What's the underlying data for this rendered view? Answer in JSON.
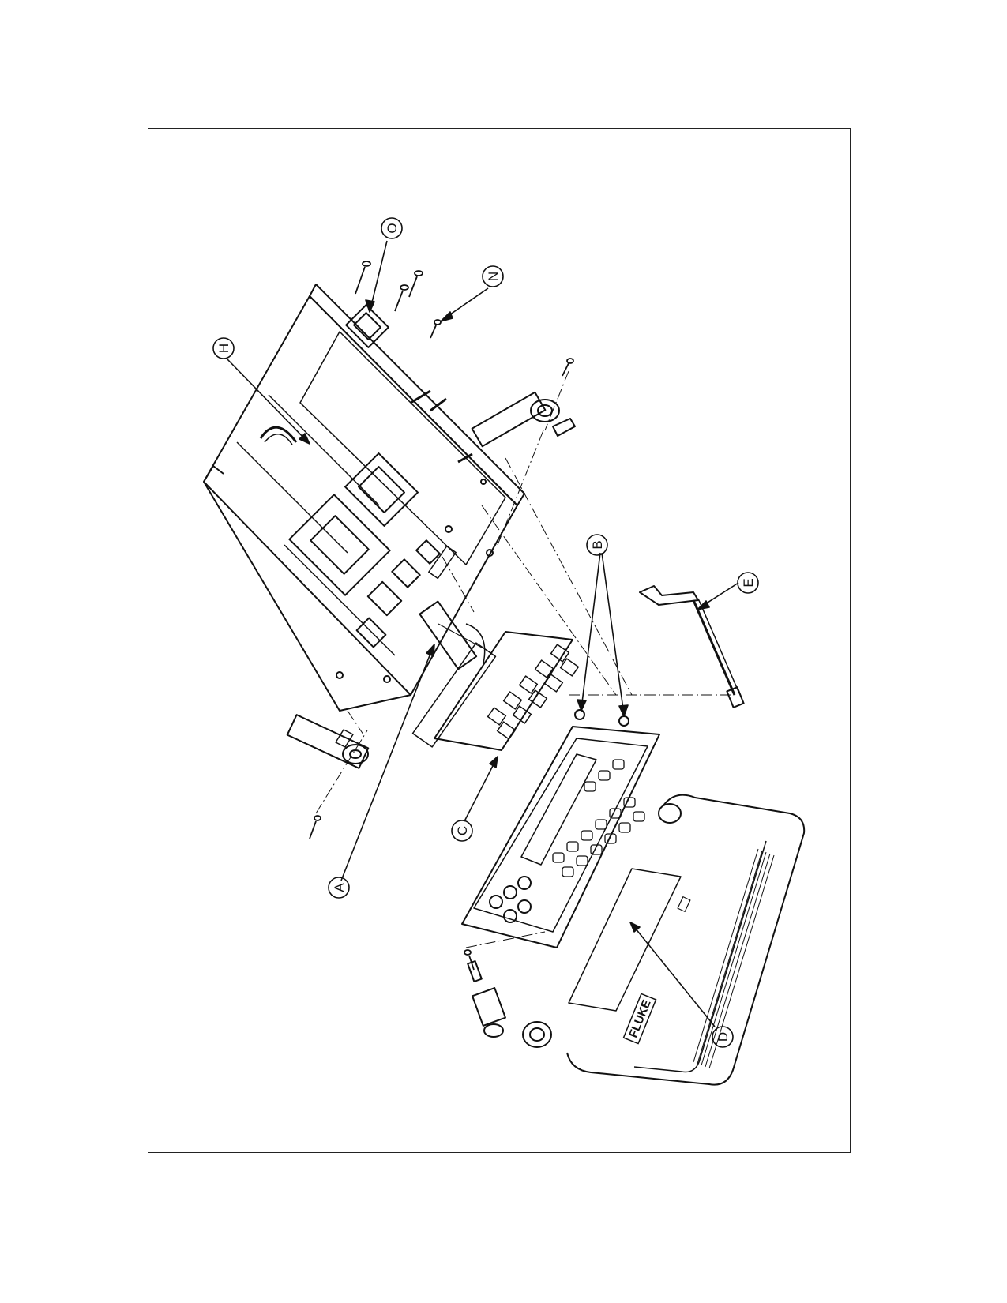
{
  "figure": {
    "callouts": [
      {
        "id": "O",
        "label": "O"
      },
      {
        "id": "N",
        "label": "N"
      },
      {
        "id": "H",
        "label": "H"
      },
      {
        "id": "B",
        "label": "B"
      },
      {
        "id": "E",
        "label": "E"
      },
      {
        "id": "A",
        "label": "A"
      },
      {
        "id": "C",
        "label": "C"
      },
      {
        "id": "D",
        "label": "D"
      }
    ],
    "brand_mark": "FLUKE"
  }
}
